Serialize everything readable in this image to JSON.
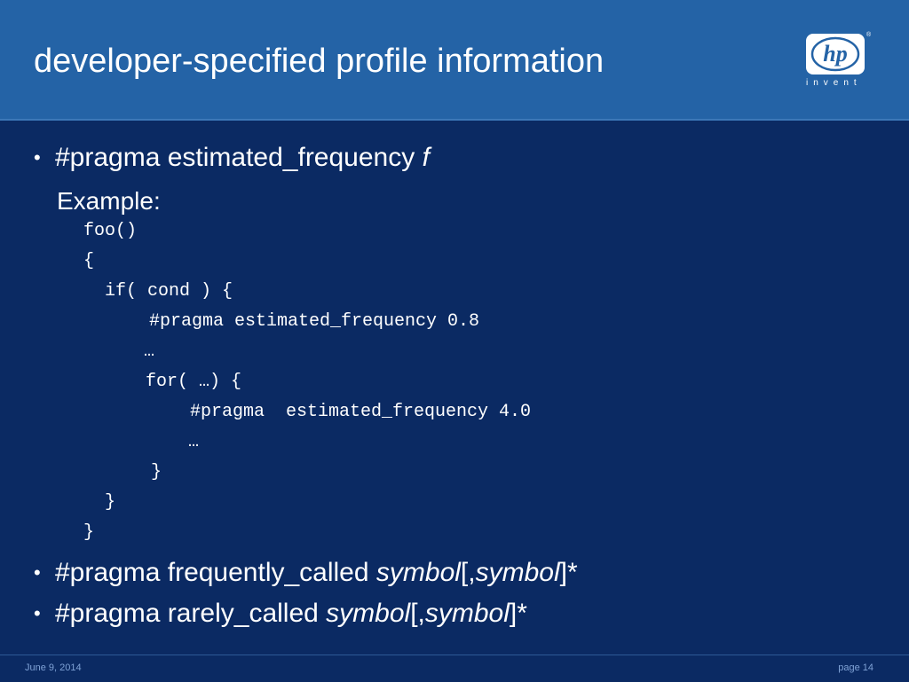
{
  "slide": {
    "title": "developer-specified profile information"
  },
  "logo": {
    "brand": "hp",
    "tagline": "invent",
    "trademark": "®"
  },
  "bullets": [
    {
      "prefix": "#pragma estimated_frequency ",
      "italic": "f"
    },
    {
      "prefix": "#pragma frequently_called ",
      "italic1": "symbol",
      "mid": "[,",
      "italic2": "symbol",
      "suffix": "]*"
    },
    {
      "prefix": "#pragma rarely_called ",
      "italic1": "symbol",
      "mid": "[,",
      "italic2": "symbol",
      "suffix": "]*"
    }
  ],
  "example_label": "Example:",
  "code_lines": [
    "foo()",
    "{",
    "if( cond ) {",
    "#pragma estimated_frequency 0.8",
    "…",
    "for( …) {",
    "#pragma  estimated_frequency 4.0",
    "…",
    "}",
    "}",
    "}"
  ],
  "footer": {
    "date": "June 9, 2014",
    "page": "page 14"
  }
}
